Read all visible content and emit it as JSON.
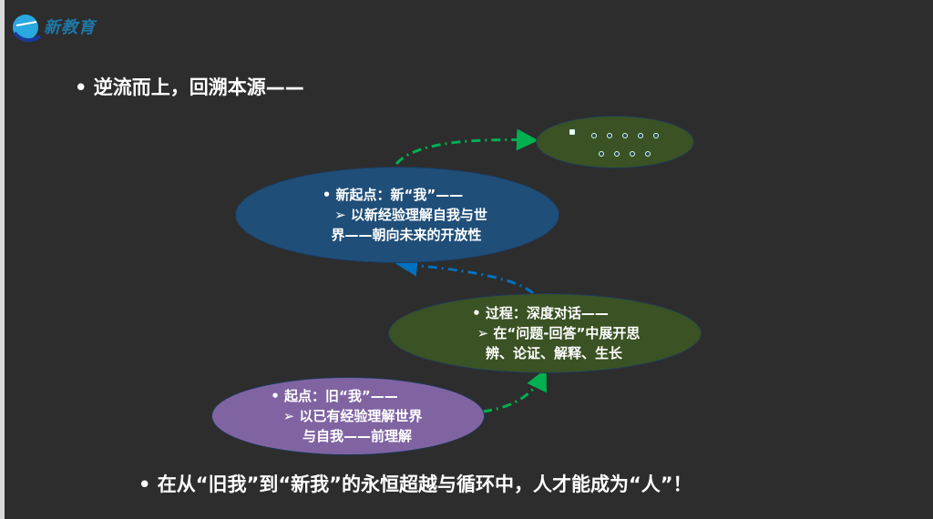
{
  "logo": {
    "text": "新教育"
  },
  "title": "• 逆流而上，回溯本源——",
  "new_start": {
    "line1": "• 新起点：新“我”——",
    "line2": "➢ 以新经验理解自我与世",
    "line3": "界——朝向未来的开放性"
  },
  "process": {
    "line1": "• 过程：深度对话——",
    "line2": "➢ 在“问题-回答”中展开思",
    "line3": "辨、论证、解释、生长"
  },
  "start": {
    "line1": "• 起点：旧“我”——",
    "line2": "➢ 以已有经验理解世界",
    "line3": "与自我——前理解"
  },
  "conclusion": "• 在从“旧我”到“新我”的永恒超越与循环中，人才能成为“人”！",
  "colors": {
    "new_start": "#1f4e79",
    "process": "#3a5224",
    "start": "#8064a2",
    "arrow_green": "#00b050",
    "arrow_blue": "#0070c0"
  }
}
